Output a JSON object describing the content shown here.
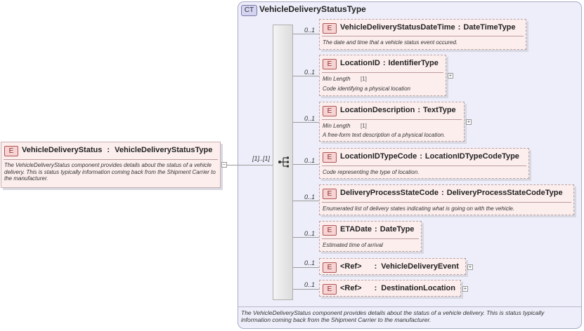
{
  "root": {
    "badge": "E",
    "name": "VehicleDeliveryStatus",
    "type": "VehicleDeliveryStatusType",
    "doc": "The VehicleDeliveryStatus component provides details about the status of a vehicle delivery. This is status typically information coming back from the Shipment Carrier to the manufacturer.",
    "expander": "−"
  },
  "complex_type": {
    "badge": "CT",
    "name": "VehicleDeliveryStatusType",
    "doc": "The VehicleDeliveryStatus component provides details about the status of a vehicle delivery. This is status typically information coming back from the Shipment Carrier to the manufacturer."
  },
  "sequence": {
    "cardinality": "[1]..[1]"
  },
  "elements": [
    {
      "badge": "E",
      "cardinality": "0..1",
      "name": "VehicleDeliveryStatusDateTime",
      "type": "DateTimeType",
      "doc": "The date and time that a vehicle status event occured."
    },
    {
      "badge": "E",
      "cardinality": "0..1",
      "name": "LocationID",
      "type": "IdentifierType",
      "facet_label": "Min Length",
      "facet_value": "[1]",
      "doc": "Code identifying a physical location",
      "expander": "+"
    },
    {
      "badge": "E",
      "cardinality": "0..1",
      "name": "LocationDescription",
      "type": "TextType",
      "facet_label": "Min Length",
      "facet_value": "[1]",
      "doc": "A free-form text description of a physical location.",
      "expander": "+"
    },
    {
      "badge": "E",
      "cardinality": "0..1",
      "name": "LocationIDTypeCode",
      "type": "LocationIDTypeCodeType",
      "doc": "Code representing the type of location."
    },
    {
      "badge": "E",
      "cardinality": "0..1",
      "name": "DeliveryProcessStateCode",
      "type": "DeliveryProcessStateCodeType",
      "doc": "Enumerated list of delivery states indicating what is going on with the vehicle."
    },
    {
      "badge": "E",
      "cardinality": "0..1",
      "name": "ETADate",
      "type": "DateType",
      "doc": "Estimated time of arrival"
    },
    {
      "badge": "E",
      "cardinality": "0..1",
      "name": "<Ref>",
      "type": "VehicleDeliveryEvent",
      "expander": "+"
    },
    {
      "badge": "E",
      "cardinality": "0..1",
      "name": "<Ref>",
      "type": "DestinationLocation",
      "expander": "+"
    }
  ],
  "name_type_separator": ":"
}
